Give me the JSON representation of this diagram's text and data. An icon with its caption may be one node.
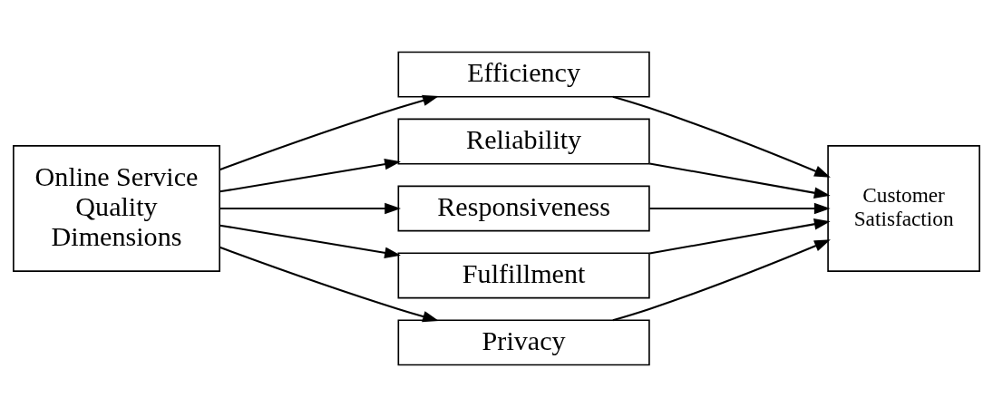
{
  "diagram": {
    "nodes": [
      {
        "text": [
          "Online Service Quality Dimensions"
        ]
      },
      {
        "text": [
          "Efficiency"
        ]
      },
      {
        "text": [
          "Reliability"
        ]
      },
      {
        "text": [
          "Responsiveness"
        ]
      },
      {
        "text": [
          "Fulfillment"
        ]
      },
      {
        "text": [
          "Privacy"
        ]
      },
      {
        "text": [
          "Customer Satisfaction"
        ]
      }
    ],
    "edges": [
      {
        "from": 0,
        "to": 1,
        "arrow": "to"
      },
      {
        "from": 0,
        "to": 2,
        "arrow": "to"
      },
      {
        "from": 0,
        "to": 3,
        "arrow": "to"
      },
      {
        "from": 0,
        "to": 4,
        "arrow": "to"
      },
      {
        "from": 0,
        "to": 5,
        "arrow": "to"
      },
      {
        "from": 1,
        "to": 6,
        "arrow": "to"
      },
      {
        "from": 2,
        "to": 6,
        "arrow": "to"
      },
      {
        "from": 3,
        "to": 6,
        "arrow": "to"
      },
      {
        "from": 4,
        "to": 6,
        "arrow": "to"
      },
      {
        "from": 5,
        "to": 6,
        "arrow": "to"
      }
    ]
  }
}
